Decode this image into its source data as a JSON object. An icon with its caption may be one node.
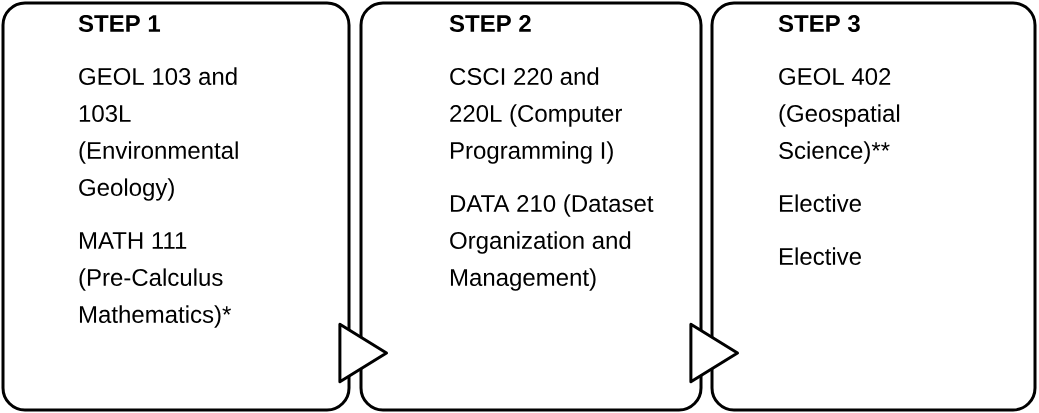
{
  "diagram": {
    "nodes": [
      {
        "text": [
          "STEP 1",
          "GEOL 103 and 103L (Environmental Geology)",
          "MATH 111 (Pre-Calculus Mathematics)*"
        ]
      },
      {
        "text": [
          "STEP 2",
          "CSCI 220 and 220L (Computer Programming I)",
          "DATA 210 (Dataset Organization and Management)"
        ]
      },
      {
        "text": [
          "STEP 3",
          "GEOL 402 (Geospatial Science)**",
          "Elective",
          "Elective"
        ]
      }
    ],
    "edges": [
      {
        "from": 0,
        "to": 1,
        "arrow": "to"
      },
      {
        "from": 1,
        "to": 2,
        "arrow": "to"
      }
    ]
  }
}
